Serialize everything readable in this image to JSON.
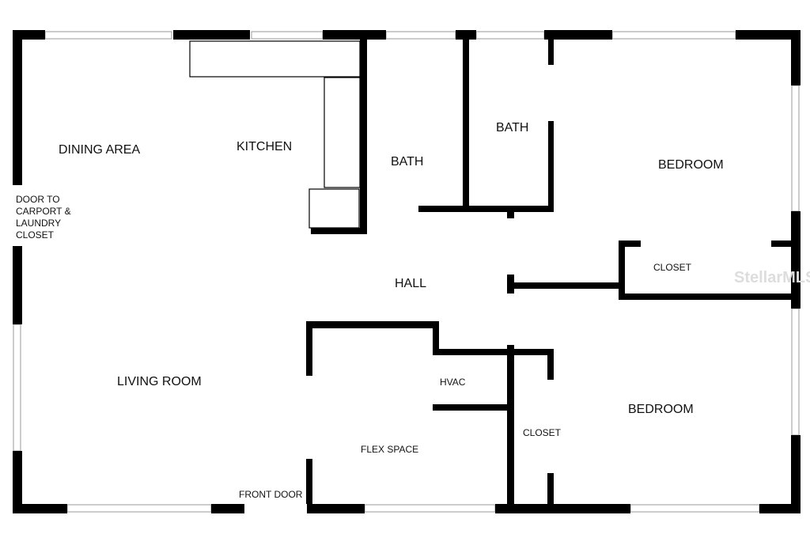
{
  "rooms": {
    "dining": "DINING AREA",
    "kitchen": "KITCHEN",
    "bath1": "BATH",
    "bath2": "BATH",
    "bedroom1": "BEDROOM",
    "closet1": "CLOSET",
    "hall": "HALL",
    "living": "LIVING ROOM",
    "hvac": "HVAC",
    "flex": "FLEX SPACE",
    "closet2": "CLOSET",
    "bedroom2": "BEDROOM"
  },
  "doors": {
    "carport": [
      "DOOR TO",
      "CARPORT &",
      "LAUNDRY",
      "CLOSET"
    ],
    "front": "FRONT DOOR"
  },
  "watermark": "StellarMLS",
  "colors": {
    "wall": "#000000",
    "background": "#ffffff"
  }
}
